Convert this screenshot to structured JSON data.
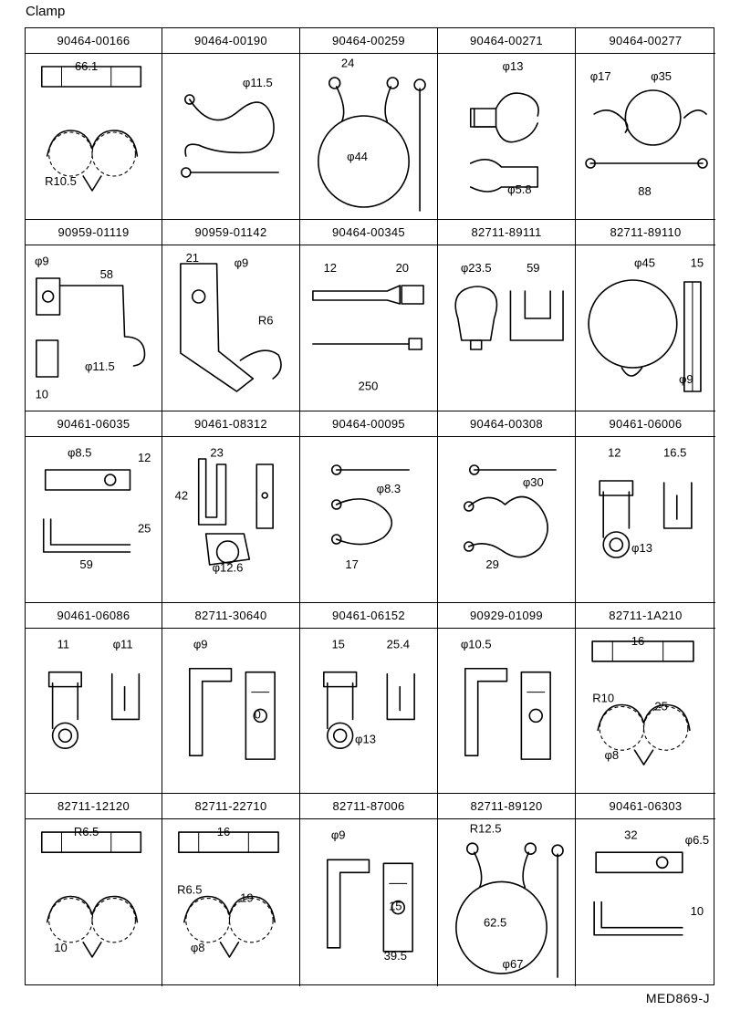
{
  "page": {
    "title": "Clamp",
    "footer_code": "MED869-J"
  },
  "cells": [
    {
      "part": "90464-00166",
      "dims": [
        "66.1",
        "R10.5"
      ],
      "sketch": "double-ring"
    },
    {
      "part": "90464-00190",
      "dims": [
        "φ11.5"
      ],
      "sketch": "s-hook"
    },
    {
      "part": "90464-00259",
      "dims": [
        "24",
        "φ44"
      ],
      "sketch": "big-loop"
    },
    {
      "part": "90464-00271",
      "dims": [
        "φ13",
        "φ5.8"
      ],
      "sketch": "c-clip"
    },
    {
      "part": "90464-00277",
      "dims": [
        "φ17",
        "φ35",
        "88"
      ],
      "sketch": "bow-clip"
    },
    {
      "part": "90959-01119",
      "dims": [
        "φ9",
        "58",
        "φ11.5",
        "10"
      ],
      "sketch": "bracket-hook"
    },
    {
      "part": "90959-01142",
      "dims": [
        "21",
        "φ9",
        "R6"
      ],
      "sketch": "bent-bracket"
    },
    {
      "part": "90464-00345",
      "dims": [
        "12",
        "20",
        "250"
      ],
      "sketch": "tie-strap"
    },
    {
      "part": "82711-89111",
      "dims": [
        "φ23.5",
        "59"
      ],
      "sketch": "spring-clip"
    },
    {
      "part": "82711-89110",
      "dims": [
        "φ45",
        "15",
        "φ9"
      ],
      "sketch": "band-clamp"
    },
    {
      "part": "90461-06035",
      "dims": [
        "φ8.5",
        "12",
        "25",
        "59"
      ],
      "sketch": "flat-plate"
    },
    {
      "part": "90461-08312",
      "dims": [
        "23",
        "42",
        "φ12.6"
      ],
      "sketch": "u-bracket"
    },
    {
      "part": "90464-00095",
      "dims": [
        "φ8.3",
        "17"
      ],
      "sketch": "small-s"
    },
    {
      "part": "90464-00308",
      "dims": [
        "φ30",
        "29"
      ],
      "sketch": "medium-s"
    },
    {
      "part": "90461-06006",
      "dims": [
        "12",
        "16.5",
        "φ13"
      ],
      "sketch": "ring-bracket"
    },
    {
      "part": "90461-06086",
      "dims": [
        "11",
        "φ11"
      ],
      "sketch": "ring-bracket"
    },
    {
      "part": "82711-30640",
      "dims": [
        "φ9",
        "0"
      ],
      "sketch": "hook-plate"
    },
    {
      "part": "90461-06152",
      "dims": [
        "15",
        "25.4",
        "φ13"
      ],
      "sketch": "ring-bracket"
    },
    {
      "part": "90929-01099",
      "dims": [
        "φ10.5"
      ],
      "sketch": "hook-plate"
    },
    {
      "part": "82711-1A210",
      "dims": [
        "16",
        "φ8",
        "25",
        "R10"
      ],
      "sketch": "double-ring"
    },
    {
      "part": "82711-12120",
      "dims": [
        "R6.5",
        "10"
      ],
      "sketch": "double-ring"
    },
    {
      "part": "82711-22710",
      "dims": [
        "16",
        "φ8",
        "19",
        "R6.5"
      ],
      "sketch": "double-ring"
    },
    {
      "part": "82711-87006",
      "dims": [
        "φ9",
        "15",
        "39.5"
      ],
      "sketch": "hook-plate"
    },
    {
      "part": "82711-89120",
      "dims": [
        "R12.5",
        "62.5",
        "φ67"
      ],
      "sketch": "big-loop"
    },
    {
      "part": "90461-06303",
      "dims": [
        "32",
        "φ6.5",
        "10"
      ],
      "sketch": "flat-plate"
    }
  ]
}
